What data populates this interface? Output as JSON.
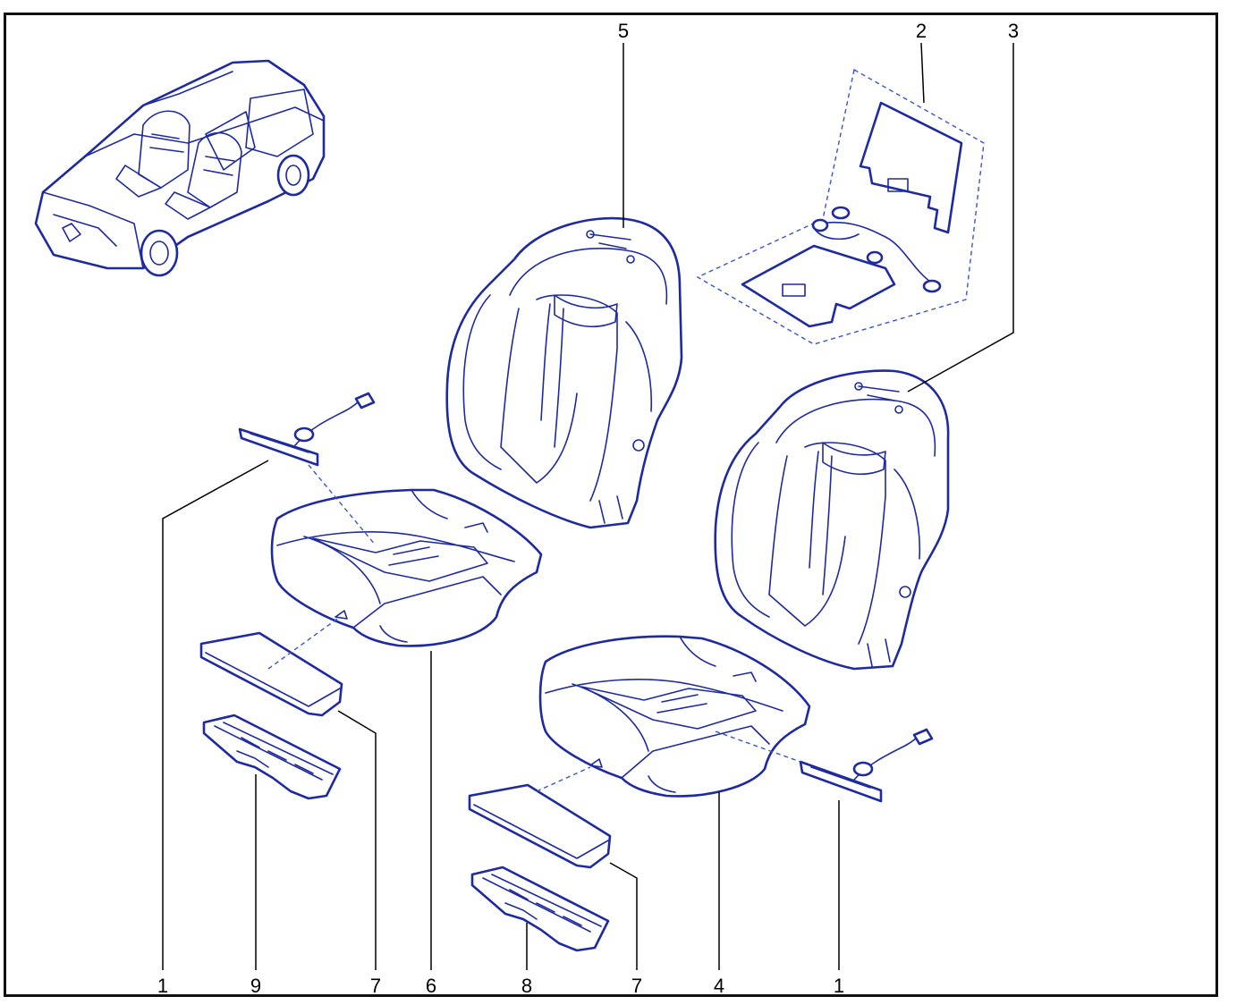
{
  "diagram": {
    "callouts": [
      "1",
      "2",
      "3",
      "4",
      "5",
      "6",
      "7",
      "8",
      "9"
    ],
    "bottom_labels": [
      "1",
      "9",
      "7",
      "6",
      "8",
      "7",
      "4",
      "1"
    ],
    "top_labels": [
      "5",
      "2",
      "3"
    ]
  },
  "colors": {
    "line_art": "#1e2aa0",
    "leader": "#000000",
    "frame": "#111111"
  },
  "icons": [
    "vehicle-thumbnail-icon",
    "seat-back-icon",
    "seat-cushion-icon",
    "heating-mat-icon",
    "wire-harness-icon",
    "side-cushion-icon",
    "tray-icon"
  ]
}
